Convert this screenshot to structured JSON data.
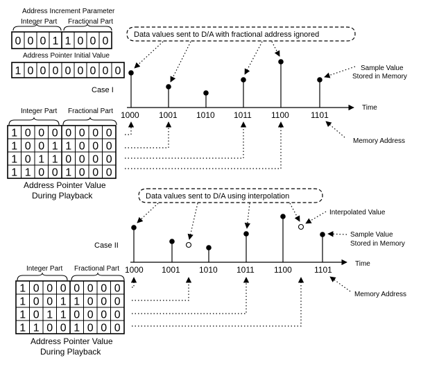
{
  "labels": {
    "increment_param": "Address Increment Parameter",
    "integer_part": "Integer Part",
    "fractional_part": "Fractional Part",
    "pointer_initial": "Address Pointer Initial Value",
    "case1": "Case I",
    "case2": "Case II",
    "time": "Time",
    "sample_value_line1": "Sample Value",
    "sample_value_line2": "Stored in Memory",
    "memory_address": "Memory Address",
    "interpolated_value": "Interpolated Value",
    "playback_line1": "Address Pointer Value",
    "playback_line2": "During Playback",
    "callout_case1": "Data values sent to D/A with fractional address ignored",
    "callout_case2": "Data values sent to D/A using interpolation"
  },
  "increment_bits": "00011000",
  "pointer_initial_bits": "100000000",
  "playback_rows": [
    "10000000",
    "10011000",
    "10110000",
    "11001000"
  ],
  "case1_addresses": [
    "1000",
    "1001",
    "1010",
    "1011",
    "1100",
    "1101"
  ],
  "case2_addresses": [
    "1000",
    "1001",
    "1010",
    "1011",
    "1100",
    "1101"
  ]
}
